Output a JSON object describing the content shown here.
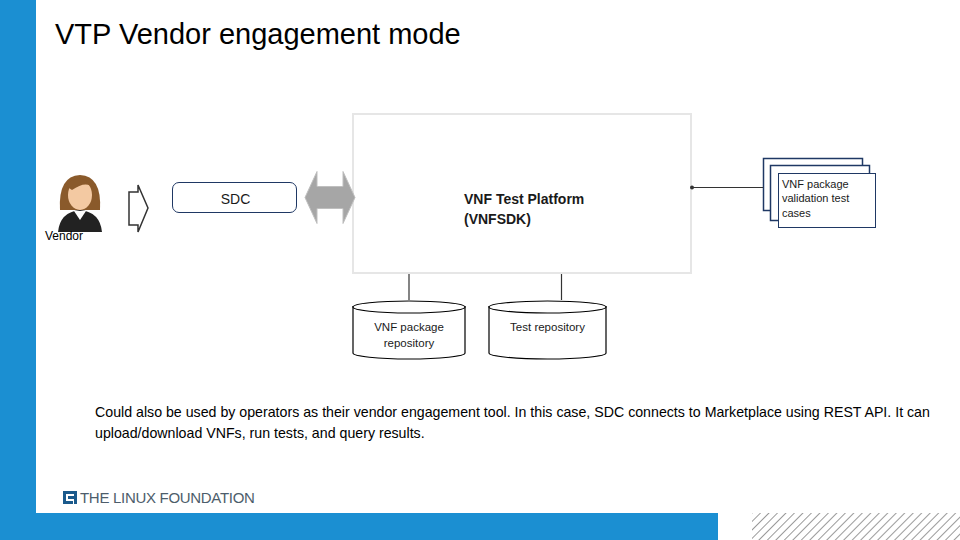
{
  "diagram": {
    "title": "VTP Vendor engagement mode",
    "caption": "Could also be used by operators as their vendor engagement tool.  In this case, SDC connects to Marketplace using REST API.  It can upload/download VNFs, run tests, and query results.",
    "nodes": [
      {
        "text": [
          "SDC"
        ]
      },
      {
        "text": [
          "VNF Test Platform (VNFSDK)"
        ]
      },
      {
        "text": [
          "VNF package validation test cases"
        ]
      },
      {
        "text": [
          "VNF package repository"
        ]
      },
      {
        "text": [
          "Test repository"
        ]
      }
    ],
    "edges": [
      {
        "from": 0,
        "to": 1,
        "arrow": "both"
      },
      {
        "from": 1,
        "to": 2,
        "arrow": "none"
      },
      {
        "from": 3,
        "to": 1,
        "arrow": "none"
      },
      {
        "from": 4,
        "to": 1,
        "arrow": "none"
      }
    ],
    "labels": [
      "Vendor",
      "THE LINUX FOUNDATION"
    ]
  }
}
